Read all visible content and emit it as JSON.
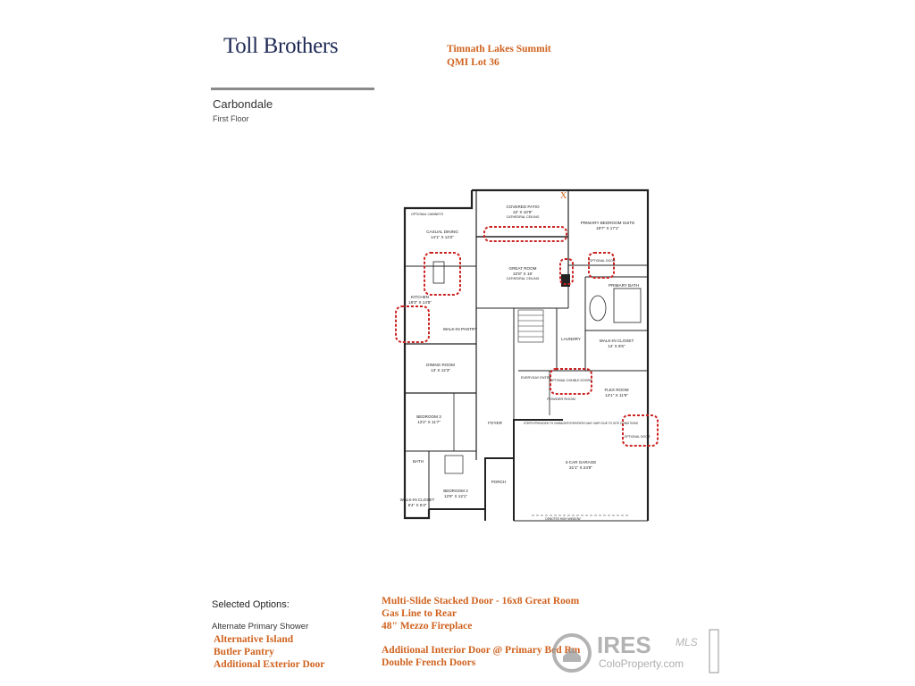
{
  "header": {
    "brand_logo": "Toll Brothers",
    "community_line1": "Timnath Lakes Summit",
    "community_line2": "QMI Lot 36"
  },
  "plan": {
    "name": "Carbondale",
    "floor": "First Floor"
  },
  "floorplan": {
    "rooms": {
      "covered_patio": "COVERED PATIO",
      "covered_patio_dims": "22' X 10'9\"",
      "covered_patio_note": "CATHEDRAL CEILING",
      "casual_dining": "CASUAL DINING",
      "casual_dining_dims": "14'1\" X 12'2\"",
      "optional_cabinets": "OPTIONAL CABINETS",
      "primary_bedroom": "PRIMARY BEDROOM SUITE",
      "primary_bedroom_dims": "19'7\" X 17'1\"",
      "great_room": "GREAT ROOM",
      "great_room_dims": "22'8\" X 18'",
      "great_room_note": "CATHEDRAL CEILING",
      "kitchen": "KITCHEN",
      "kitchen_dims": "18'3\" X 14'5\"",
      "primary_bath": "PRIMARY BATH",
      "walk_in_pantry": "WALK-IN PANTRY",
      "laundry": "LAUNDRY",
      "walk_in_closet_primary": "WALK-IN CLOSET",
      "walk_in_closet_primary_dims": "14' X 8'6\"",
      "dining_room": "DINING ROOM",
      "dining_room_dims": "13' X 12'3\"",
      "everyday_entry": "EVERYDAY ENTRY",
      "flex_room": "FLEX ROOM",
      "flex_room_dims": "14'1\" X 11'9\"",
      "powder_room": "POWDER ROOM",
      "bedroom3": "BEDROOM 3",
      "bedroom3_dims": "12'2\" X 11'7\"",
      "foyer": "FOYER",
      "garage": "3-CAR GARAGE",
      "garage_dims": "31'1\" X 24'9\"",
      "bath": "BATH",
      "porch": "PORCH",
      "walk_in_closet": "WALK-IN CLOSET",
      "walk_in_closet_dims": "5'4\" X 5'3\"",
      "bedroom2": "BEDROOM 2",
      "bedroom2_dims": "12'6\" X 12'1\"",
      "garage_note": "STEPS PROVIDED TO GARAGE/FOYER/PATIO MAY VARY DUE TO SITE CONDITIONS",
      "optional_door": "OPTIONAL DOOR",
      "optional_double_doors": "OPTIONAL DOUBLE DOORS",
      "denotes_window": "DENOTES HIGH WINDOW"
    },
    "marker": "X"
  },
  "options": {
    "heading": "Selected Options:",
    "plain_item": "Alternate Primary Shower",
    "column1": [
      "Alternative Island",
      "Butler Pantry",
      "Additional Exterior Door"
    ],
    "column2": [
      "Multi-Slide Stacked Door - 16x8 Great Room",
      "Gas Line to Rear",
      "48\" Mezzo Fireplace"
    ],
    "column3": [
      "Additional Interior Door @ Primary Bed Rm",
      "Double French Doors"
    ]
  },
  "watermark": {
    "brand": "IRES",
    "brand_suffix": "MLS",
    "site": "ColoProperty.com"
  },
  "colors": {
    "accent": "#d0621e",
    "brand": "#1f2a55",
    "highlight": "#cc2222"
  }
}
